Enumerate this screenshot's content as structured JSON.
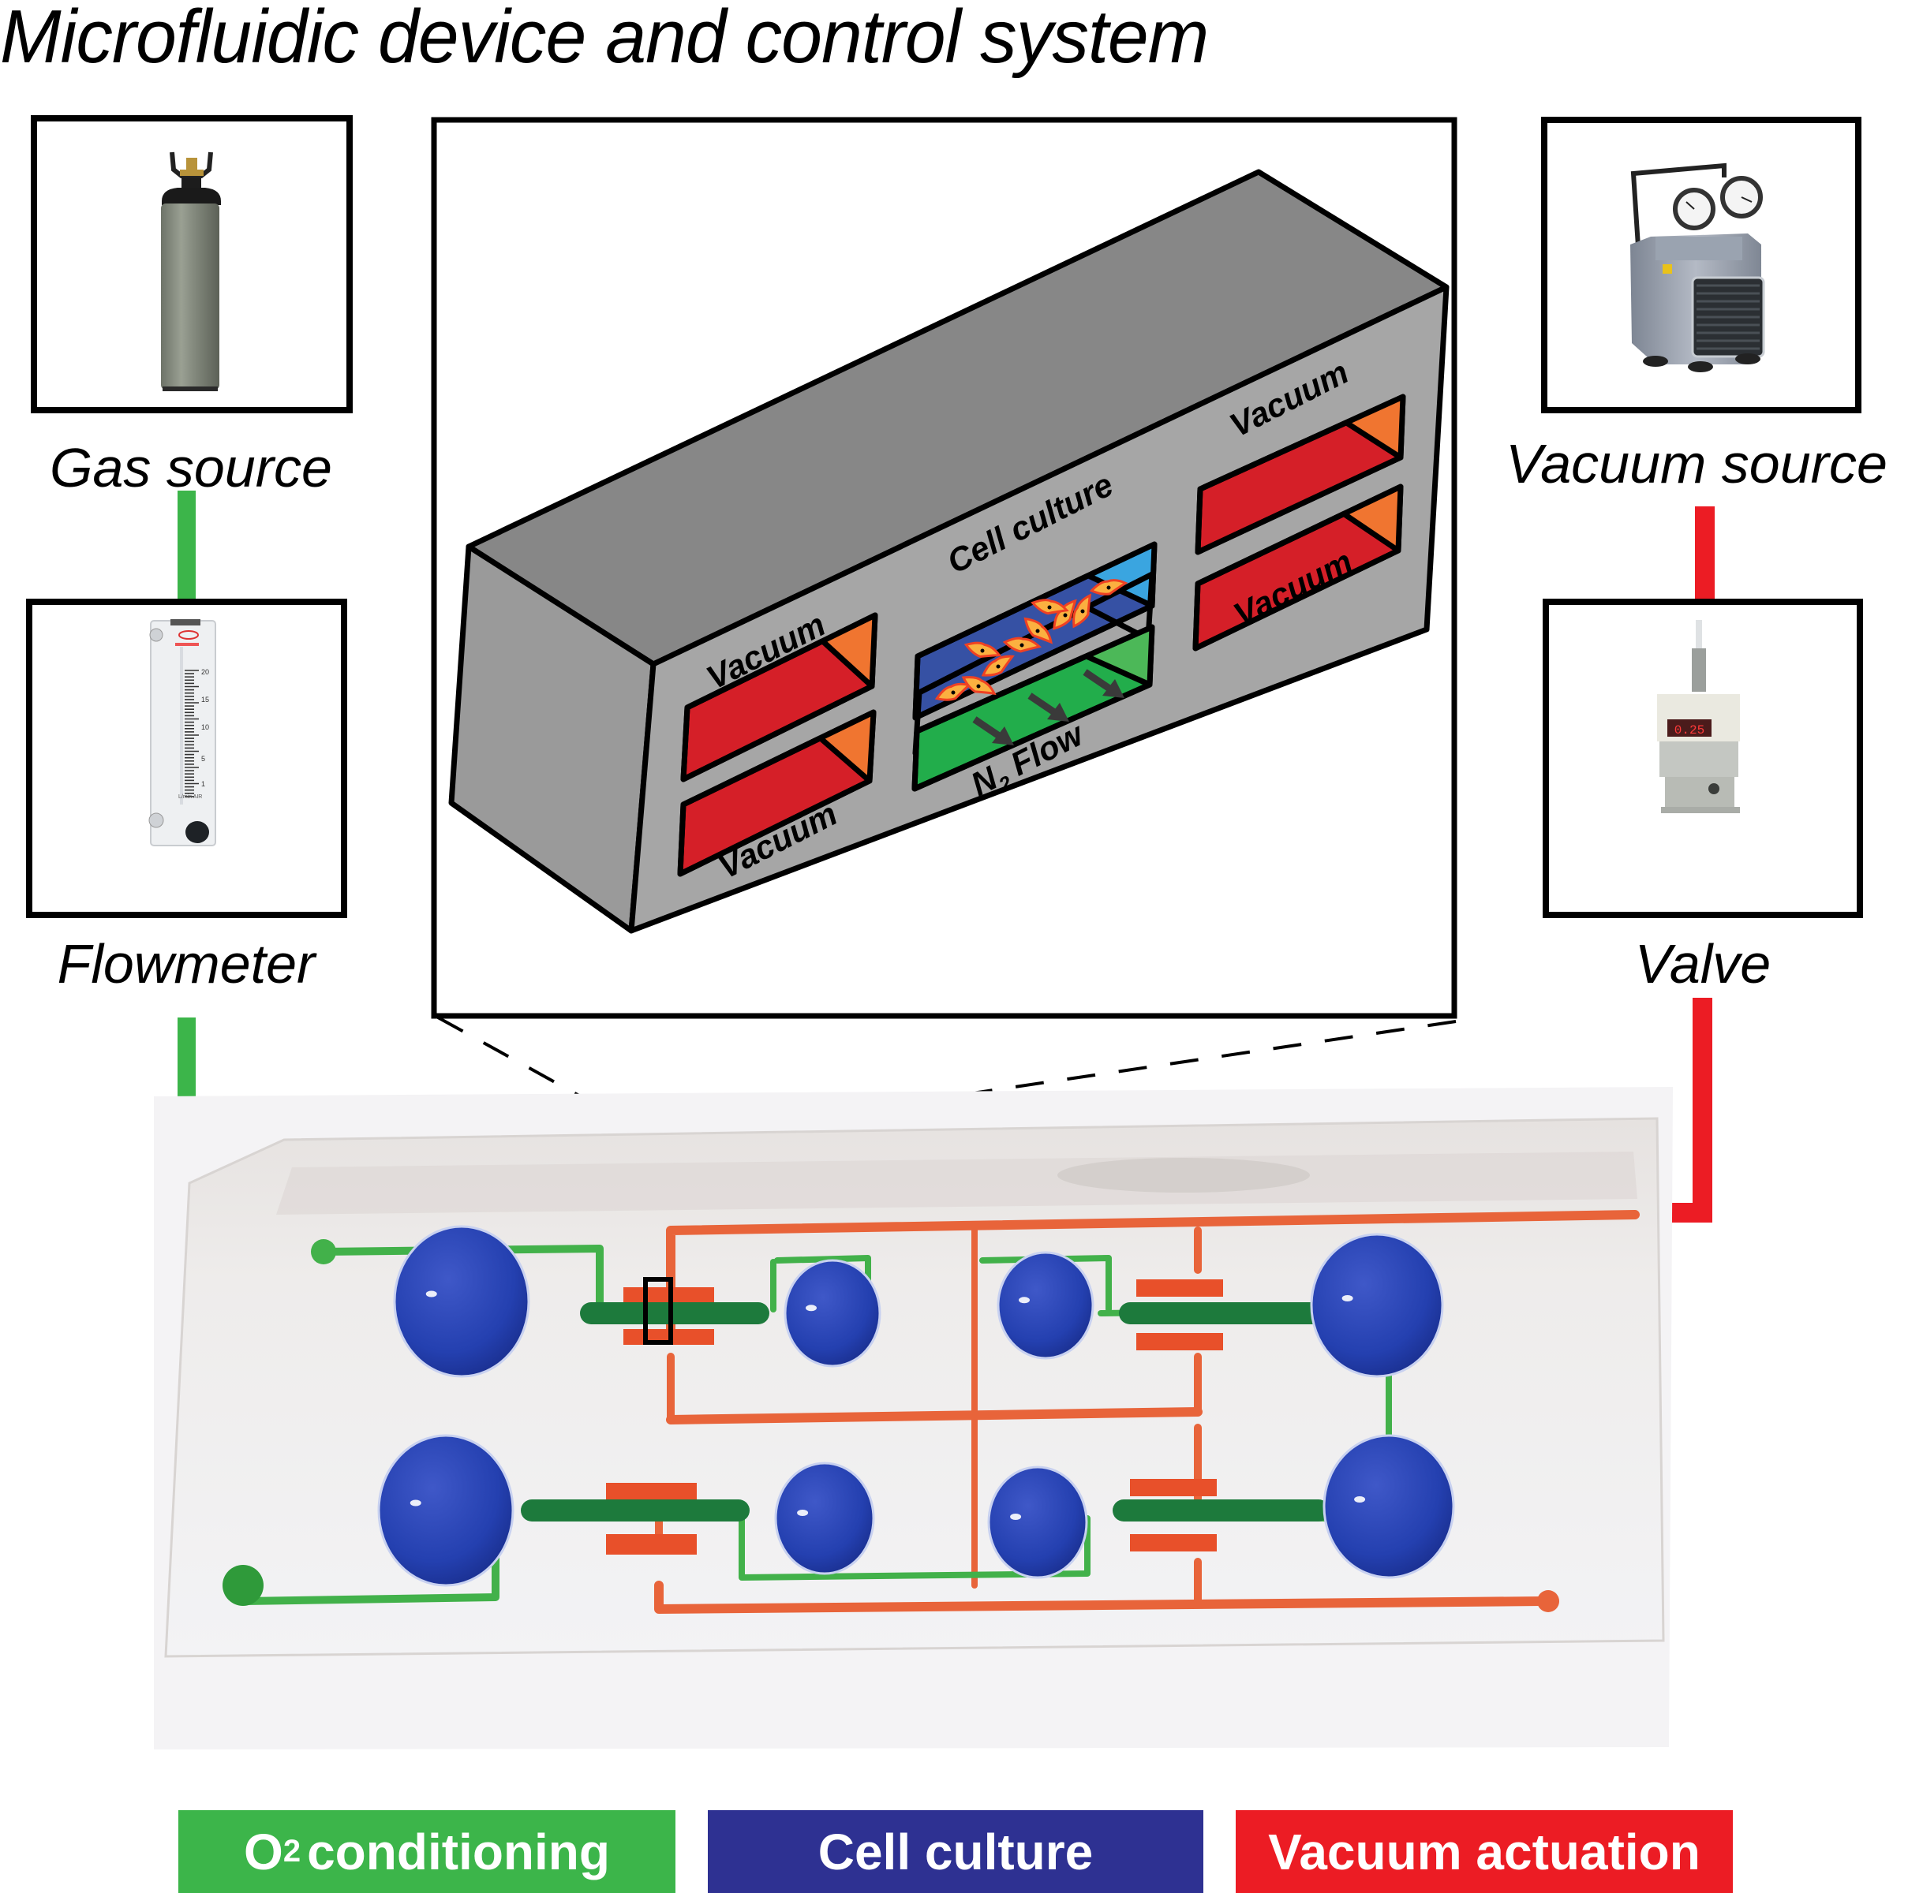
{
  "title": "Microfluidic device and control system",
  "components": {
    "gas_source": {
      "label": "Gas source",
      "line_color": "#3cb54a"
    },
    "flowmeter": {
      "label": "Flowmeter",
      "line_color": "#3cb54a",
      "scale_ticks": [
        "20",
        "15",
        "10",
        "5",
        "1"
      ],
      "unit": "L/min AIR"
    },
    "vacuum_source": {
      "label": "Vacuum source",
      "line_color": "#ec1c24"
    },
    "valve": {
      "label": "Valve",
      "line_color": "#ec1c24",
      "display_reading": "0.25"
    }
  },
  "cross_section": {
    "labels": {
      "vacuum_left_top": "Vacuum",
      "vacuum_left_bottom": "Vacuum",
      "vacuum_right_top": "Vacuum",
      "vacuum_right_bottom": "Vacuum",
      "cell_culture": "Cell culture",
      "n2_flow_main": "N",
      "n2_flow_sub": "2",
      "n2_flow_rest": "Flow"
    },
    "colors": {
      "body_top": "#878787",
      "body_front": "#a6a6a6",
      "body_side": "#9a9a9a",
      "vacuum_fill": "#d51f28",
      "vacuum_back": "#f07530",
      "culture_fill": "#3651a4",
      "culture_back": "#3aa5e0",
      "flow_fill": "#22ad4b",
      "flow_back": "#4cb858",
      "cell_fill": "#fbb040",
      "cell_edge": "#ef4123",
      "arrow": "#3a3a3a"
    }
  },
  "legend": [
    {
      "label_main": "O",
      "label_sub": "2",
      "label_rest": "conditioning",
      "color": "#3cb54a"
    },
    {
      "label": "Cell culture",
      "color": "#2e3192"
    },
    {
      "label": "Vacuum actuation",
      "color": "#ec1c24"
    }
  ]
}
